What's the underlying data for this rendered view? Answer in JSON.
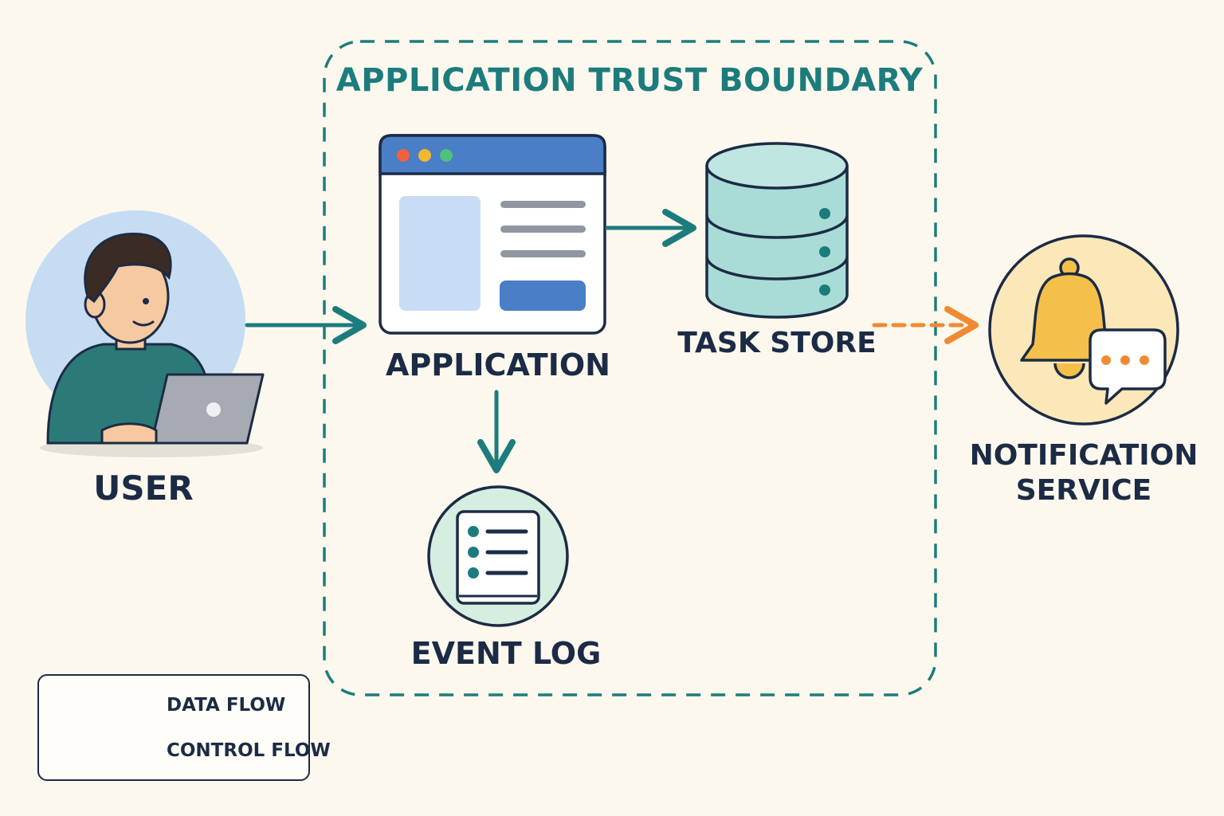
{
  "boundary": {
    "title": "APPLICATION TRUST BOUNDARY"
  },
  "nodes": {
    "user": {
      "label": "USER"
    },
    "application": {
      "label": "APPLICATION"
    },
    "task_store": {
      "label": "TASK STORE"
    },
    "event_log": {
      "label": "EVENT LOG"
    },
    "notification_service": {
      "label_line1": "NOTIFICATION",
      "label_line2": "SERVICE"
    }
  },
  "legend": {
    "data_flow": "DATA FLOW",
    "control_flow": "CONTROL FLOW"
  },
  "colors": {
    "data_flow": "#1c7c7d",
    "control_flow": "#f08a32",
    "outline": "#1c2b45",
    "background": "#fcf8ee"
  }
}
